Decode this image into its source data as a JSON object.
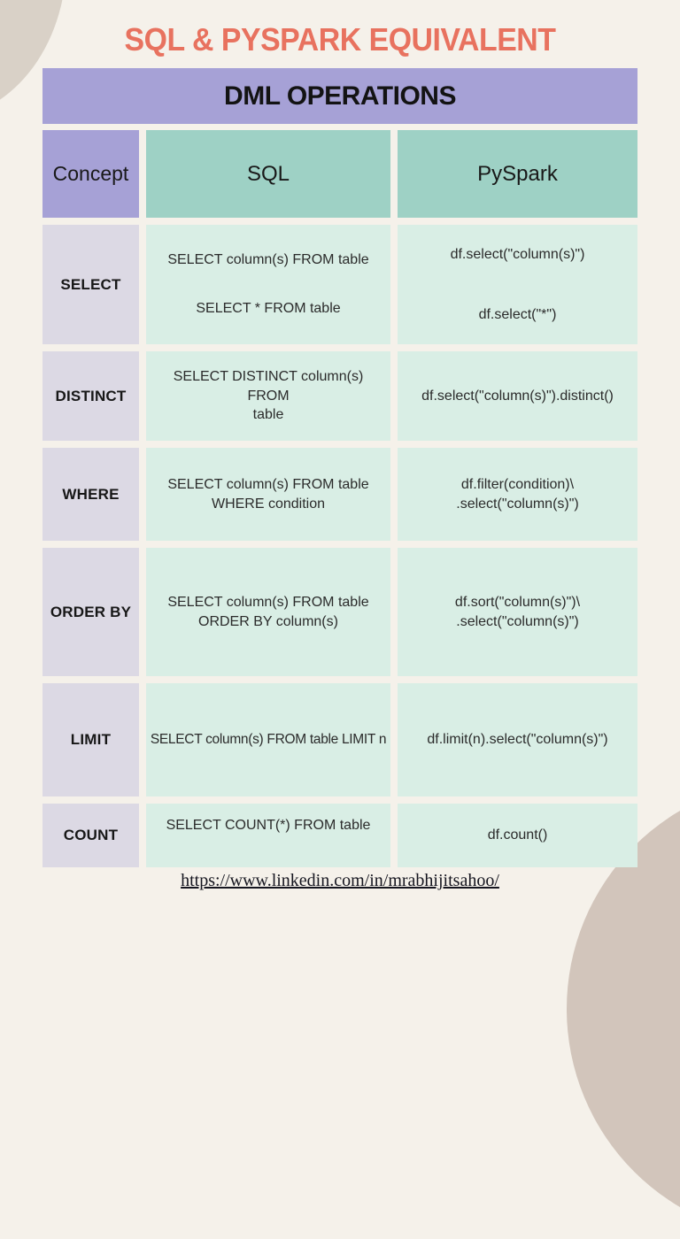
{
  "page": {
    "title": "SQL & PYSPARK EQUIVALENT",
    "footer_link": "https://www.linkedin.com/in/mrabhijitsahoo/"
  },
  "colors": {
    "background": "#f5f1ea",
    "title_accent": "#e8725f",
    "header_purple": "#a6a1d6",
    "header_teal": "#9ed1c5",
    "cell_mint": "#d9eee5",
    "cell_lavender": "#dcd9e4",
    "decor_circle_top_left": "#d9d1c7",
    "decor_circle_bottom_right": "#d2c5bb"
  },
  "table": {
    "banner": "DML OPERATIONS",
    "columns": [
      "Concept",
      "SQL",
      "PySpark"
    ],
    "rows": [
      {
        "concept": "SELECT",
        "sql": [
          "SELECT column(s) FROM table",
          "SELECT * FROM table"
        ],
        "pyspark": [
          "df.select(\"column(s)\")",
          "df.select(\"*\")"
        ]
      },
      {
        "concept": "DISTINCT",
        "sql": [
          "SELECT DISTINCT column(s) FROM\ntable"
        ],
        "pyspark": [
          "df.select(\"column(s)\").distinct()"
        ]
      },
      {
        "concept": "WHERE",
        "sql": [
          "SELECT column(s) FROM table\nWHERE condition"
        ],
        "pyspark": [
          "df.filter(condition)\\\n.select(\"column(s)\")"
        ]
      },
      {
        "concept": "ORDER BY",
        "sql": [
          "SELECT column(s) FROM table\nORDER BY column(s)"
        ],
        "pyspark": [
          "df.sort(\"column(s)\")\\\n.select(\"column(s)\")"
        ]
      },
      {
        "concept": "LIMIT",
        "sql": [
          "SELECT column(s) FROM table LIMIT n"
        ],
        "pyspark": [
          "df.limit(n).select(\"column(s)\")"
        ]
      },
      {
        "concept": "COUNT",
        "sql": [
          "SELECT COUNT(*) FROM table"
        ],
        "pyspark": [
          "df.count()"
        ]
      }
    ]
  }
}
